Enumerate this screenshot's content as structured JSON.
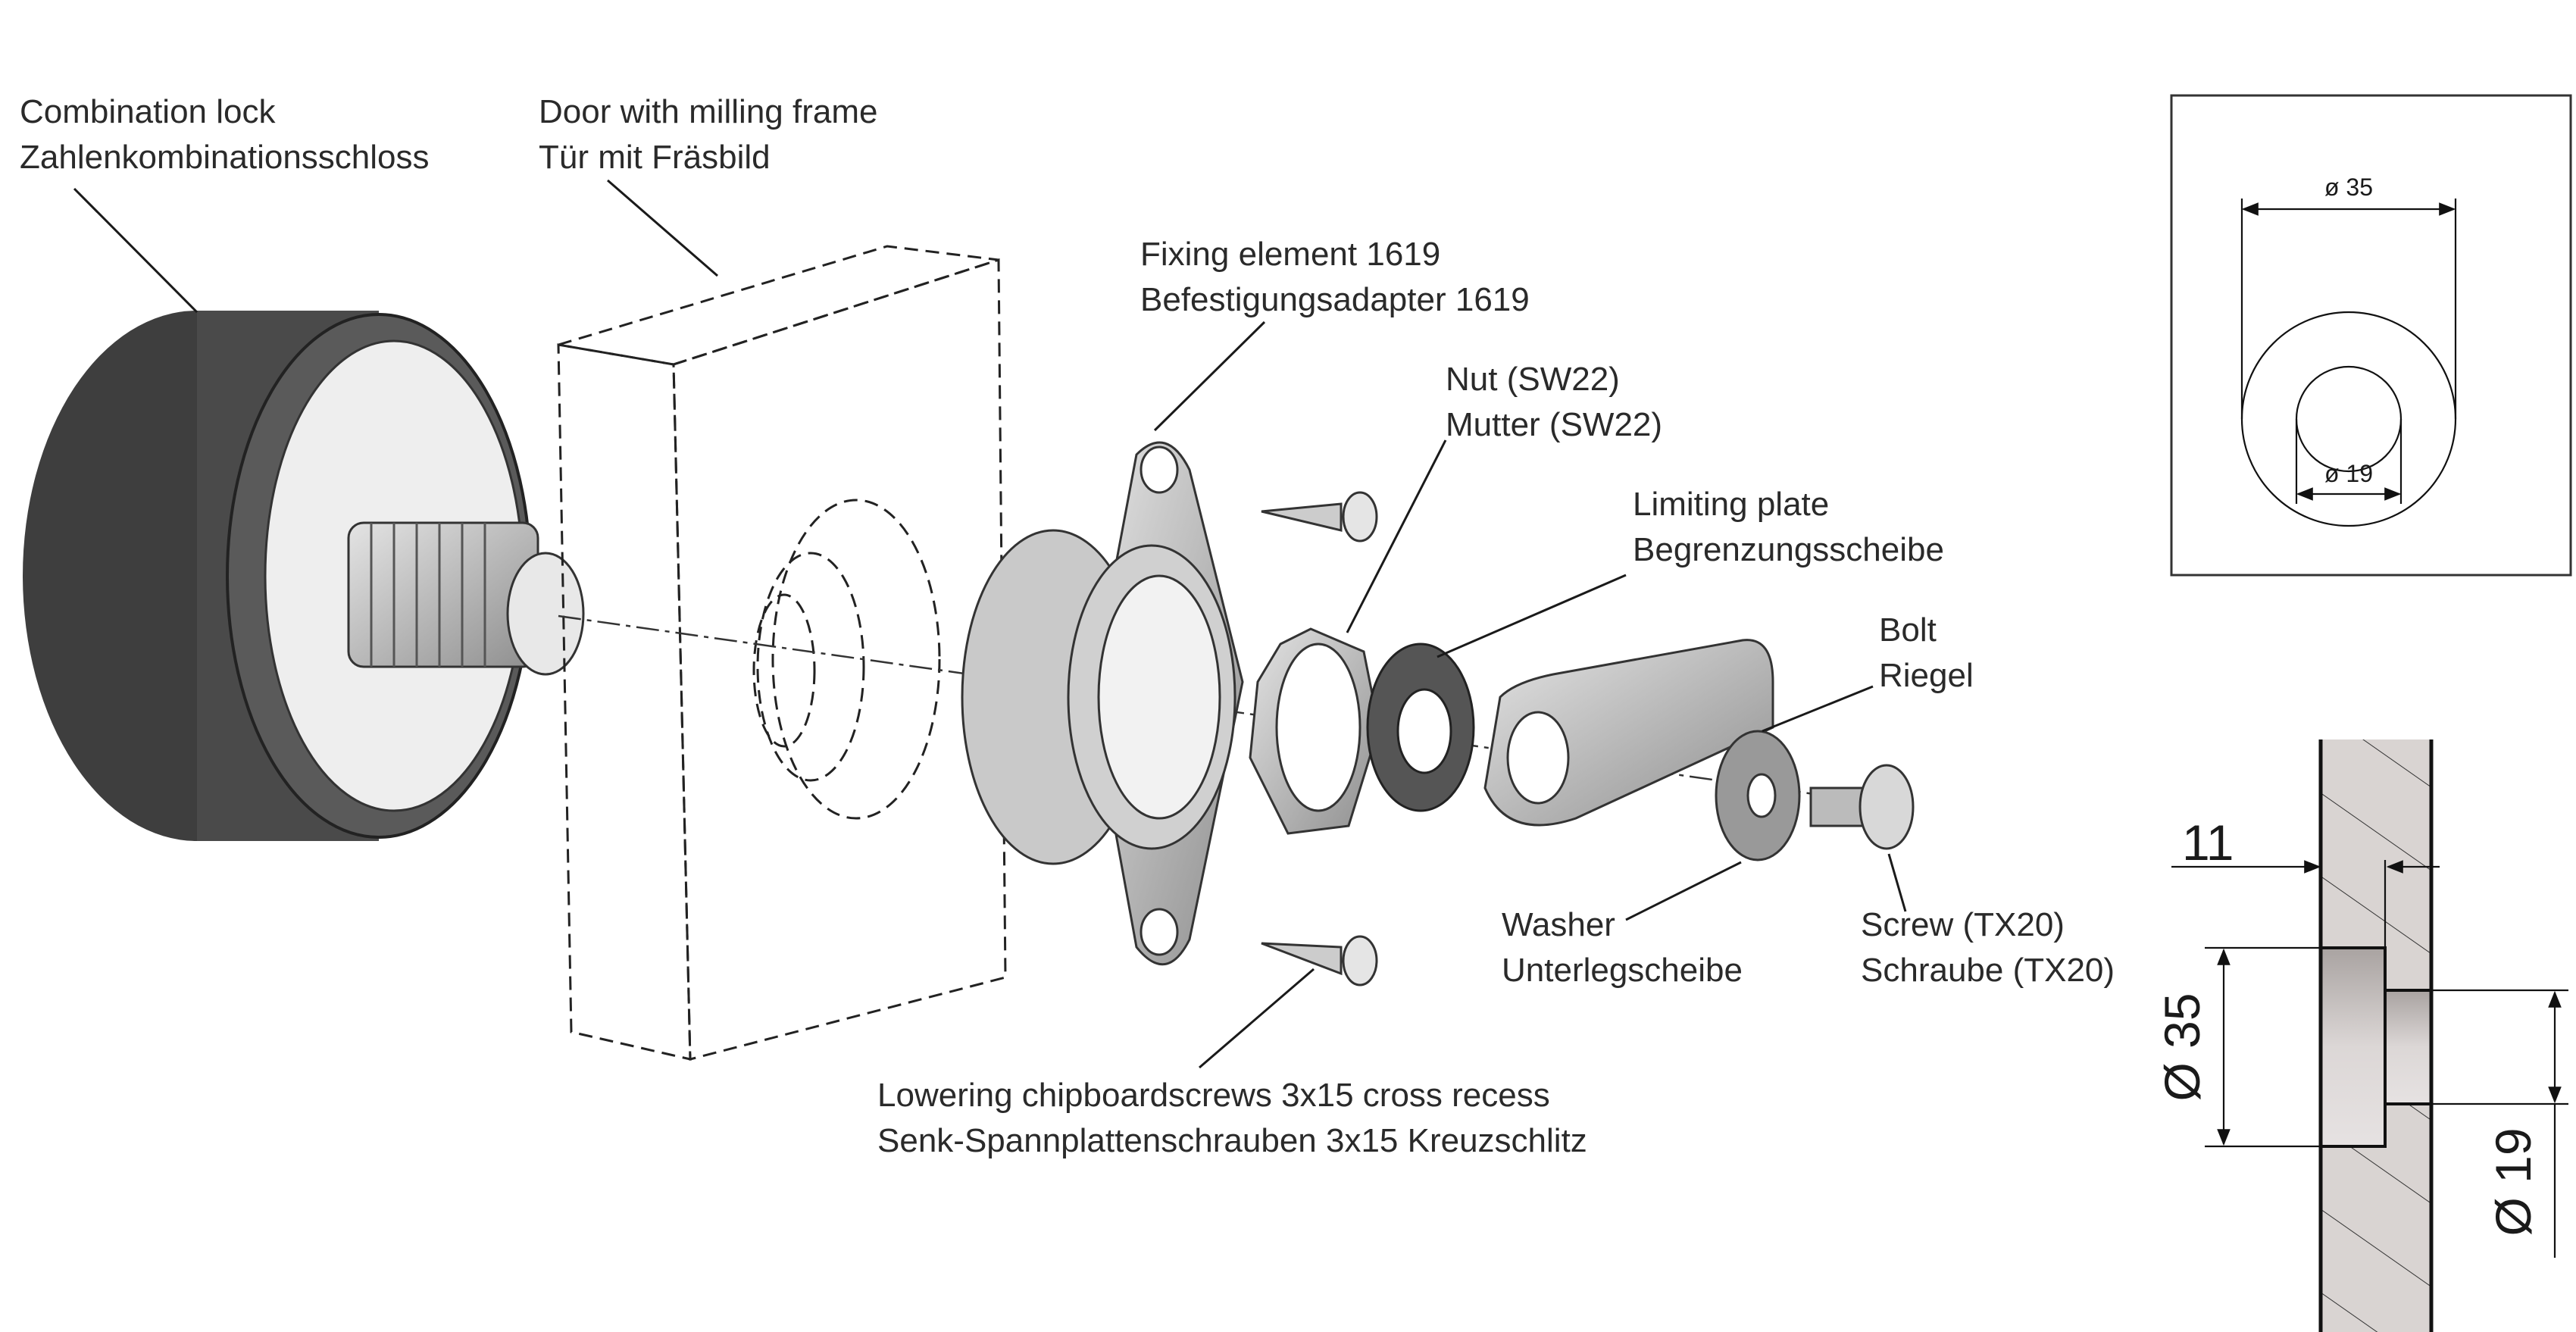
{
  "labels": {
    "lock": {
      "en": "Combination lock",
      "de": "Zahlenkombinationsschloss"
    },
    "door": {
      "en": "Door with milling frame",
      "de": "Tür mit Fräsbild"
    },
    "fixing": {
      "en": "Fixing element 1619",
      "de": "Befestigungsadapter 1619"
    },
    "nut": {
      "en": "Nut (SW22)",
      "de": "Mutter (SW22)"
    },
    "plate": {
      "en": "Limiting plate",
      "de": "Begrenzungsscheibe"
    },
    "bolt": {
      "en": "Bolt",
      "de": "Riegel"
    },
    "washer": {
      "en": "Washer",
      "de": "Unterlegscheibe"
    },
    "screw": {
      "en": "Screw (TX20)",
      "de": "Schraube (TX20)"
    },
    "screws": {
      "en": "Lowering chipboardscrews 3x15 cross recess",
      "de": "Senk-Spannplattenschrauben 3x15 Kreuzschlitz"
    }
  },
  "front_view": {
    "outer_dia": "ø 35",
    "inner_dia": "ø 19"
  },
  "section_view": {
    "depth": "11",
    "outer_dia": "Ø 35",
    "inner_dia": "Ø 19"
  },
  "colors": {
    "lock_body": "#4a4a4a",
    "metal": "#bdbdbd",
    "section_fill": "#d9d4d2"
  }
}
